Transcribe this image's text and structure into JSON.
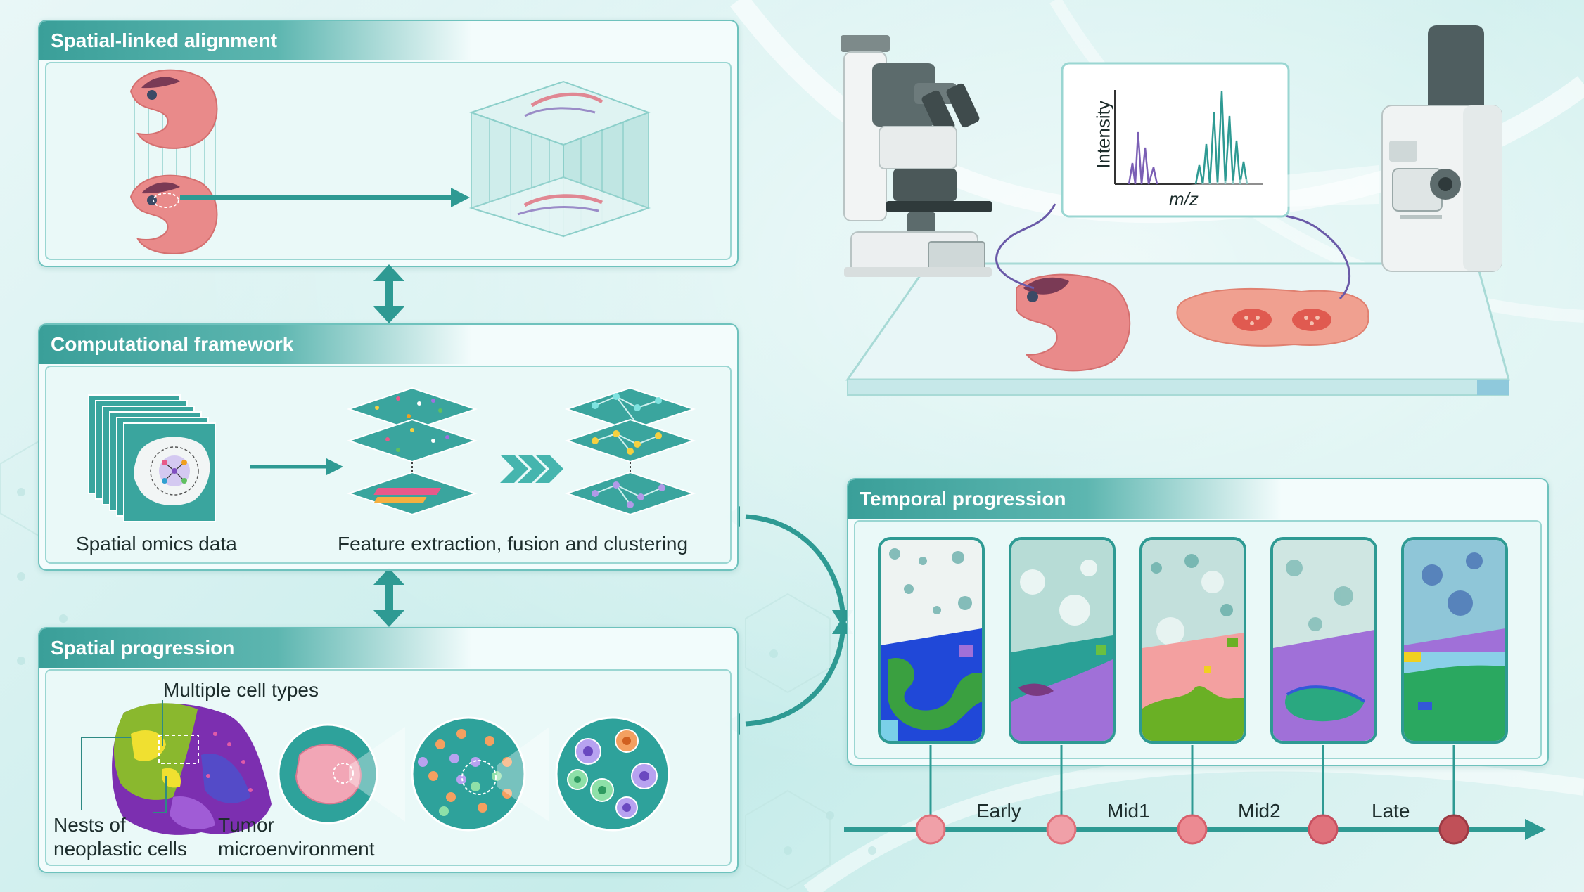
{
  "colors": {
    "accent": "#3a9f99",
    "arrow": "#2e9a93",
    "tissue": "#e98a8a",
    "background": "#d3f0ef"
  },
  "panels": {
    "spatial_linked_alignment": {
      "title": "Spatial-linked alignment"
    },
    "computational_framework": {
      "title": "Computational framework",
      "left_caption": "Spatial omics data",
      "right_caption": "Feature extraction, fusion and clustering"
    },
    "spatial_progression": {
      "title": "Spatial progression",
      "label_multiple": "Multiple cell types",
      "label_nests_line1": "Nests of",
      "label_nests_line2": "neoplastic cells",
      "label_tumor_line1": "Tumor",
      "label_tumor_line2": "microenvironment"
    },
    "temporal_progression": {
      "title": "Temporal progression",
      "stages": [
        "Early",
        "Mid1",
        "Mid2",
        "Late"
      ]
    }
  },
  "spectrum": {
    "ylabel": "Intensity",
    "xlabel": "m/z"
  },
  "icons": [
    "microscope-icon",
    "mass-spectrometer-icon",
    "tissue-slide-icon",
    "timeline-node-icon"
  ]
}
